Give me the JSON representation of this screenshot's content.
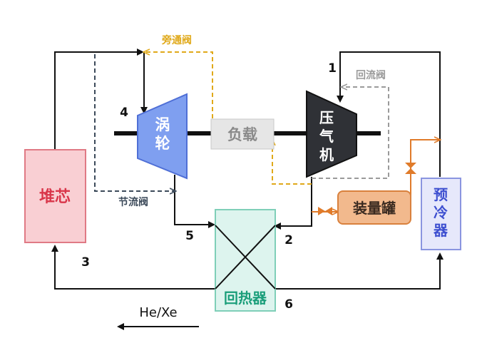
{
  "components": {
    "core": "堆芯",
    "turbine": "涡\n轮",
    "load": "负载",
    "compressor": "压\n气\n机",
    "tank": "装量罐",
    "precooler": "预\n冷\n器",
    "recuperator": "回热器"
  },
  "valves": {
    "bypass": "旁通阀",
    "throttle": "节流阀",
    "recirculation": "回流阀"
  },
  "nodes": {
    "n1": "1",
    "n2": "2",
    "n3": "3",
    "n4": "4",
    "n5": "5",
    "n6": "6"
  },
  "fluid": "He/Xe",
  "colors": {
    "flow": "#111111",
    "bypass": "#e0a91a",
    "throttle": "#3c4a5a",
    "recirculation": "#9a9a9a",
    "tank_line": "#e07b2a",
    "core_fill": "#f9cfd3",
    "core_stroke": "#e07a85",
    "core_text": "#d9364a",
    "turbine_fill": "#7f9ff0",
    "compressor_fill": "#2f3136",
    "load_fill": "#e6e6e6",
    "tank_fill": "#f2b98d",
    "tank_stroke": "#d9813d",
    "precooler_fill": "#e6e8fb",
    "precooler_stroke": "#8a95e0",
    "precooler_text": "#3d4fd0",
    "recuperator_fill": "#ddf4ee",
    "recuperator_stroke": "#7fcfb8",
    "recuperator_text": "#1a9e7a"
  }
}
